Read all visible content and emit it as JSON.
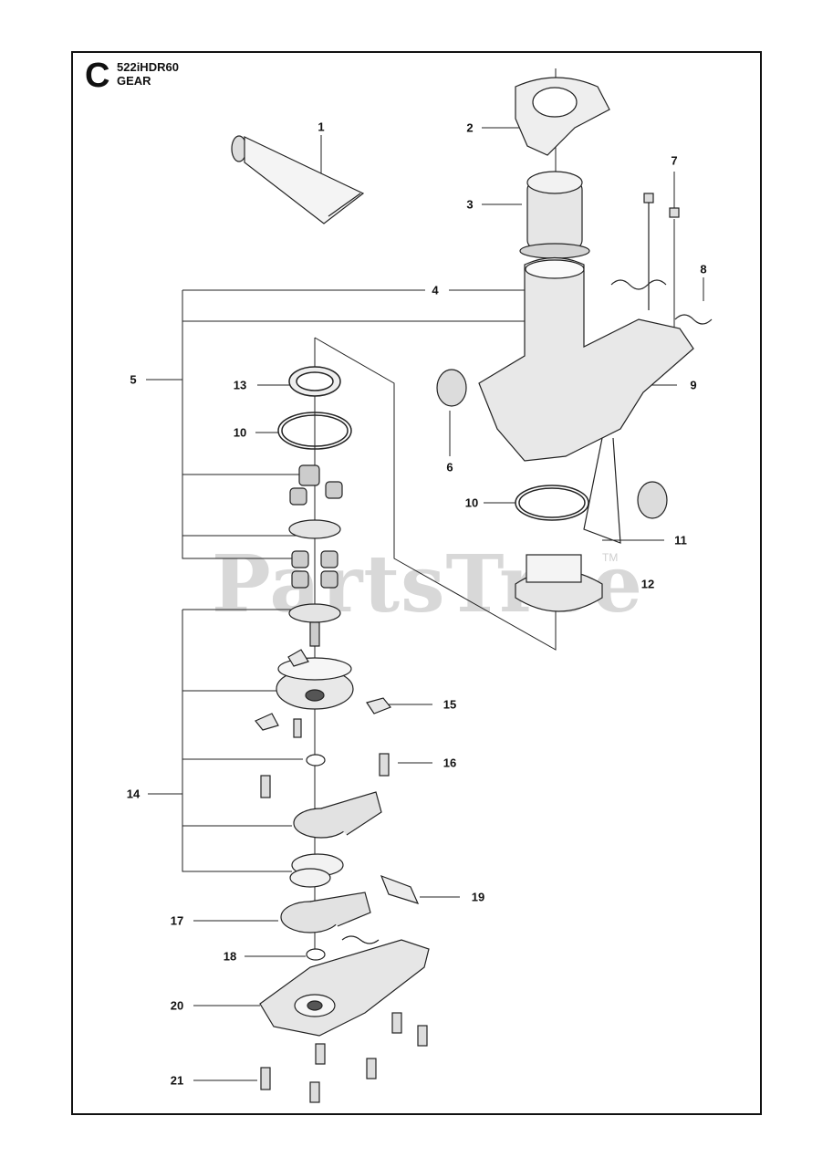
{
  "header": {
    "section_letter": "C",
    "model": "522iHDR60",
    "group": "GEAR"
  },
  "watermark": {
    "text": "PartsTree",
    "trademark": "TM"
  },
  "callouts": [
    {
      "id": "c1",
      "label": "1"
    },
    {
      "id": "c2",
      "label": "2"
    },
    {
      "id": "c3",
      "label": "3"
    },
    {
      "id": "c4",
      "label": "4"
    },
    {
      "id": "c5",
      "label": "5"
    },
    {
      "id": "c6",
      "label": "6"
    },
    {
      "id": "c7",
      "label": "7"
    },
    {
      "id": "c8",
      "label": "8"
    },
    {
      "id": "c9",
      "label": "9"
    },
    {
      "id": "c10a",
      "label": "10"
    },
    {
      "id": "c10b",
      "label": "10"
    },
    {
      "id": "c11",
      "label": "11"
    },
    {
      "id": "c12",
      "label": "12"
    },
    {
      "id": "c13",
      "label": "13"
    },
    {
      "id": "c14",
      "label": "14"
    },
    {
      "id": "c15",
      "label": "15"
    },
    {
      "id": "c16",
      "label": "16"
    },
    {
      "id": "c17",
      "label": "17"
    },
    {
      "id": "c18",
      "label": "18"
    },
    {
      "id": "c19",
      "label": "19"
    },
    {
      "id": "c20",
      "label": "20"
    },
    {
      "id": "c21",
      "label": "21"
    }
  ]
}
